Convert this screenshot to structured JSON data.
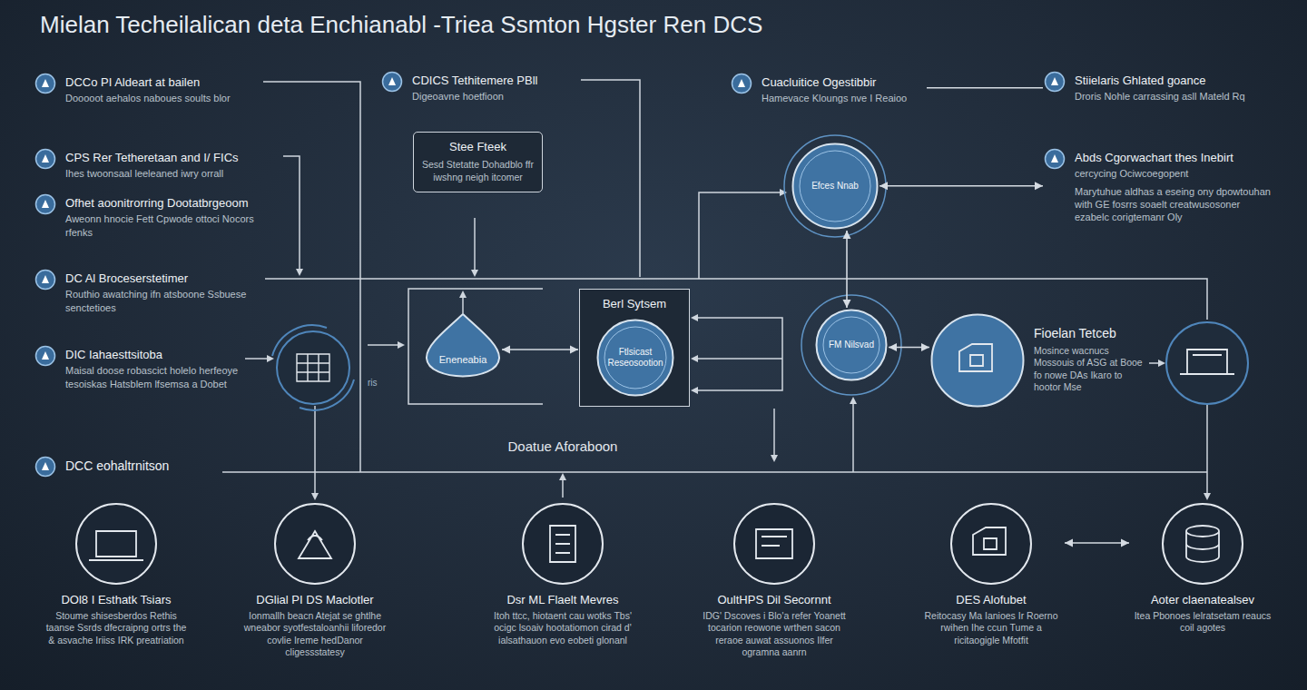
{
  "diagram": {
    "title": "Mielan Techeilalican deta Enchianabl -Triea Ssmton Hgster Ren DCS",
    "nodes": [
      {
        "text": [
          "DCCo PI Aldeart at bailen",
          "Dooooot aehalos naboues soults blor"
        ]
      },
      {
        "text": [
          "CDICS Tethitemere PBll",
          "Digeoavne hoetfioon"
        ]
      },
      {
        "text": [
          "Cuacluitice Ogestibbir",
          "Hamevace Kloungs nve I Reaioo"
        ]
      },
      {
        "text": [
          "Stiielaris Ghlated goance",
          "Droris Nohle carrassing asll Mateld Rq"
        ]
      },
      {
        "text": [
          "CPS Rer Tetheretaan and I/ FICs",
          "Ihes twoonsaal leeleaned iwry orrall"
        ]
      },
      {
        "text": [
          "Abds Cgorwachart thes Inebirt",
          "cercycing Ociwcoegopent",
          "Marytuhue aldhas a eseing ony dpowtouhan with GE fosrrs soaelt creatwusosoner ezabelc corigtemanr Oly"
        ]
      },
      {
        "text": [
          "Ofhet aoonitrorring Dootatbrgeoom",
          "Aweonn hnocie Fett Cpwode ottoci Nocors rfenks"
        ]
      },
      {
        "text": [
          "Stee Fteek",
          "Sesd Stetatte Dohadblo ffr iwshng neigh itcomer"
        ]
      },
      {
        "text": [
          "Efces Nnab"
        ]
      },
      {
        "text": [
          "DC Al Broceserstetimer",
          "Routhio awatching ifn atsboone Ssbuese senctetioes"
        ]
      },
      {
        "text": [
          "DIC Iahaesttsitoba",
          "Maisal doose robascict holelo herfeoye tesoiskas Hatsblem lfsemsa a Dobet"
        ]
      },
      {
        "text": [
          "Eneneabia"
        ]
      },
      {
        "text": [
          "Berl Sytsem"
        ]
      },
      {
        "text": [
          "Ftlsicast Reseosootion"
        ],
        "in": 12
      },
      {
        "text": [
          "FM Nilsvad"
        ]
      },
      {
        "text": [
          "Fioelan Tetceb",
          "Mosince wacnucs Mossouis of ASG at Booe fo nowe DAs Ikaro to hootor Mse"
        ]
      },
      {
        "text": [
          "DCC eohaltrnitson"
        ]
      },
      {
        "text": [
          "DOl8 I Esthatk Tsiars",
          "Stoume shisesberdos Rethis taanse Ssrds dfecraipng ortrs the & asvache Iriiss IRK preatriation"
        ]
      },
      {
        "text": [
          "DGlial PI DS Maclotler",
          "Ionmallh beacn Atejat se ghtlhe wneabor syotfestaloanhii liforedor covlie Ireme hedDanor cligessstatesy"
        ]
      },
      {
        "text": [
          "Dsr ML Flaelt Mevres",
          "Itoh ttcc, hiotaent cau wotks Tbs' ocigc lsoaiv hootatiomon cirad d' ialsathauon evo eobeti glonanl"
        ]
      },
      {
        "text": [
          "OultHPS Dil Secornnt",
          "IDG' Dscoves i Blo'a refer Yoanett tocarion reowone wrthen sacon reraoe auwat assuonos Ilfer ogramna aanrn"
        ]
      },
      {
        "text": [
          "DES Alofubet",
          "Reitocasy Ma Ianioes Ir Roerno rwihen Ihe ccun Tume a ricitaogigle Mfotfit"
        ]
      },
      {
        "text": [
          "Aoter claenatealsev",
          "Itea Pbonoes lelratsetam reaucs coil agotes"
        ]
      }
    ],
    "edges": [
      {
        "from": 11,
        "to": 12,
        "arrow": "both"
      },
      {
        "from": 8,
        "to": 14,
        "arrow": "both"
      },
      {
        "from": 14,
        "to": 15,
        "arrow": "both"
      },
      {
        "from": 21,
        "to": 22,
        "arrow": "both"
      },
      {
        "from": 8,
        "to": 5,
        "arrow": "both"
      },
      {
        "from": 2,
        "to": 3,
        "arrow": "none"
      }
    ],
    "labels": [
      "Doatue Aforaboon",
      "ris"
    ]
  }
}
